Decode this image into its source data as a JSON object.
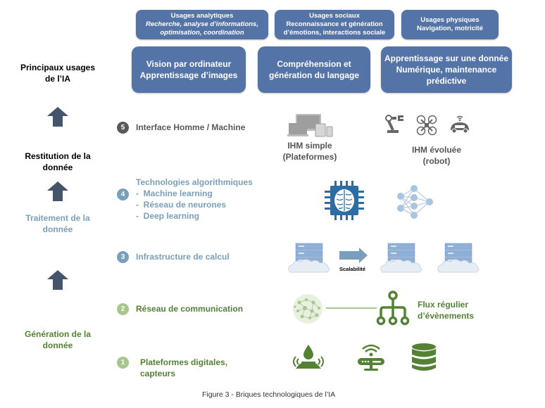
{
  "top_boxes": [
    {
      "title": "Usages analytiques",
      "lines": [
        "Recherche, analyse d’informations,",
        "optimisation, coordination"
      ],
      "italic": true
    },
    {
      "title": "Usages sociaux",
      "lines": [
        "Reconnaissance et génération",
        "d’émotions, interactions sociale"
      ],
      "italic": false
    },
    {
      "title": "Usages physiques",
      "lines": [
        "Navigation, motricité"
      ],
      "italic": false
    }
  ],
  "big_boxes": [
    {
      "lines": [
        "Vision par ordinateur",
        "Apprentissage d’images"
      ]
    },
    {
      "lines": [
        "Compréhension et",
        "génération du langage"
      ]
    },
    {
      "lines": [
        "Apprentissage sur une donnée",
        "Numérique, maintenance",
        "prédictive"
      ]
    }
  ],
  "left_labels": {
    "usages": [
      "Principaux usages",
      "de l’IA"
    ],
    "restitution": [
      "Restitution de la",
      "donnée"
    ],
    "traitement": [
      "Traitement de la",
      "donnée"
    ],
    "generation": [
      "Génération de la",
      "donnée"
    ]
  },
  "colors": {
    "box_blue": "#5474a8",
    "arrow": "#44546a",
    "dark_gray": "#595959",
    "light_blue": "#7a9fba",
    "green": "#548235",
    "light_green": "#a9c58e",
    "chip_blue": "#2e6da4",
    "nn_blue": "#a8c4de"
  },
  "steps": [
    {
      "num": "5",
      "label": "Interface Homme / Machine"
    },
    {
      "num": "4",
      "title": "Technologies algorithmiques",
      "items": [
        "Machine learning",
        "Réseau de neurones",
        "Deep learning"
      ]
    },
    {
      "num": "3",
      "label": "Infrastructure de calcul"
    },
    {
      "num": "2",
      "label": "Réseau de communication"
    },
    {
      "num": "1",
      "lines": [
        "Plateformes digitales,",
        "capteurs"
      ]
    }
  ],
  "icons": {
    "ihm_simple": [
      "IHM simple",
      "(Plateformes)"
    ],
    "ihm_evoluee": [
      "IHM évoluée",
      "(robot)"
    ],
    "scalability": "Scalabilité",
    "flux": [
      "Flux régulier",
      "d’évènements"
    ],
    "step4_bullet": "-"
  },
  "caption": "Figure 3 - Briques technologiques de l’IA"
}
